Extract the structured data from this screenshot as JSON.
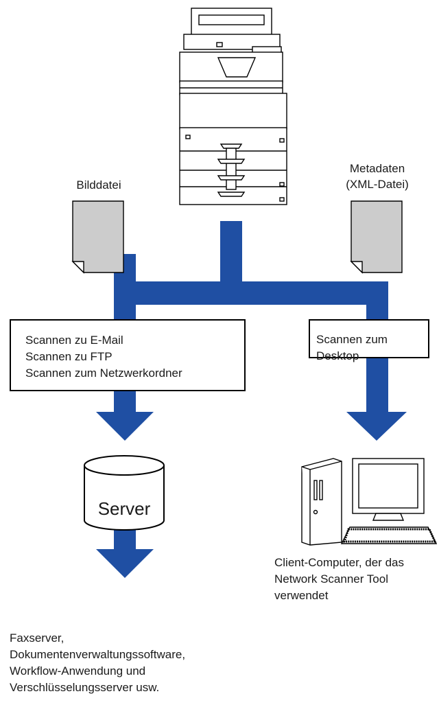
{
  "labels": {
    "image_file": "Bilddatei",
    "metadata": [
      "Metadaten",
      "(XML-Datei)"
    ],
    "server": "Server",
    "client": [
      "Client-Computer, der das",
      "Network Scanner Tool",
      "verwendet"
    ],
    "bottom": [
      "Faxserver,",
      "Dokumentenverwaltungssoftware,",
      "Workflow-Anwendung und",
      "Verschlüsselungsserver usw."
    ]
  },
  "boxes": {
    "left": [
      "Scannen zu E-Mail",
      "Scannen zu FTP",
      "Scannen zum Netzwerkordner"
    ],
    "right": [
      "Scannen zum",
      "Desktop"
    ]
  },
  "colors": {
    "flow": "#1f4fa3",
    "document_fill": "#cccccc",
    "outline": "#000000"
  },
  "icons": [
    "printer-icon",
    "document-icon",
    "server-icon",
    "computer-icon",
    "arrow-down-icon"
  ]
}
